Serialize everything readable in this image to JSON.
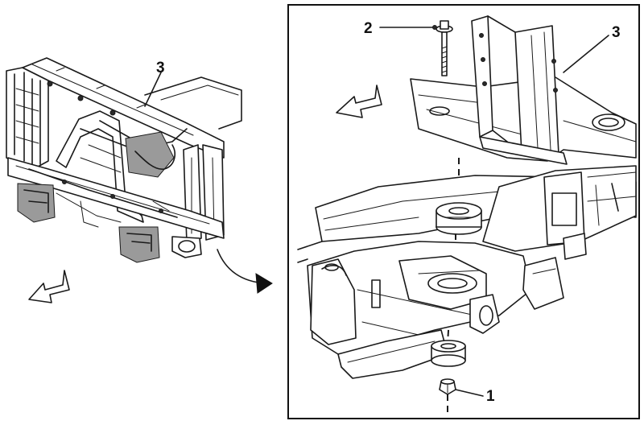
{
  "callouts": {
    "left_frame": "3",
    "right_bolt": "2",
    "right_frame": "3",
    "right_nut": "1"
  }
}
